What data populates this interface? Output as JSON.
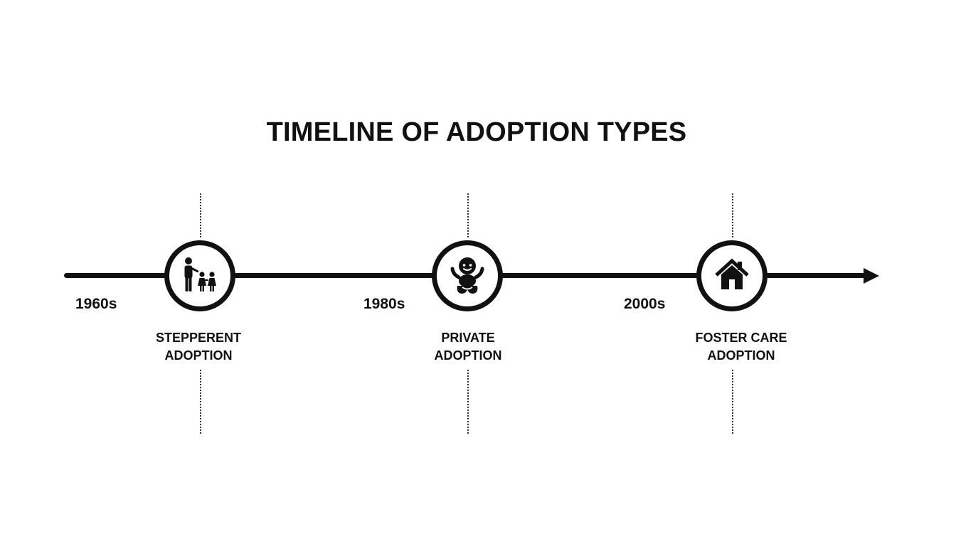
{
  "title": "TIMELINE OF ADOPTION TYPES",
  "events": [
    {
      "date": "1960s",
      "label_line1": "STEPPERENT",
      "label_line2": "ADOPTION",
      "icon": "family-icon"
    },
    {
      "date": "1980s",
      "label_line1": "PRIVATE",
      "label_line2": "ADOPTION",
      "icon": "baby-icon"
    },
    {
      "date": "2000s",
      "label_line1": "FOSTER CARE",
      "label_line2": "ADOPTION",
      "icon": "house-icon"
    }
  ],
  "colors": {
    "ink": "#111111",
    "background": "#ffffff"
  }
}
